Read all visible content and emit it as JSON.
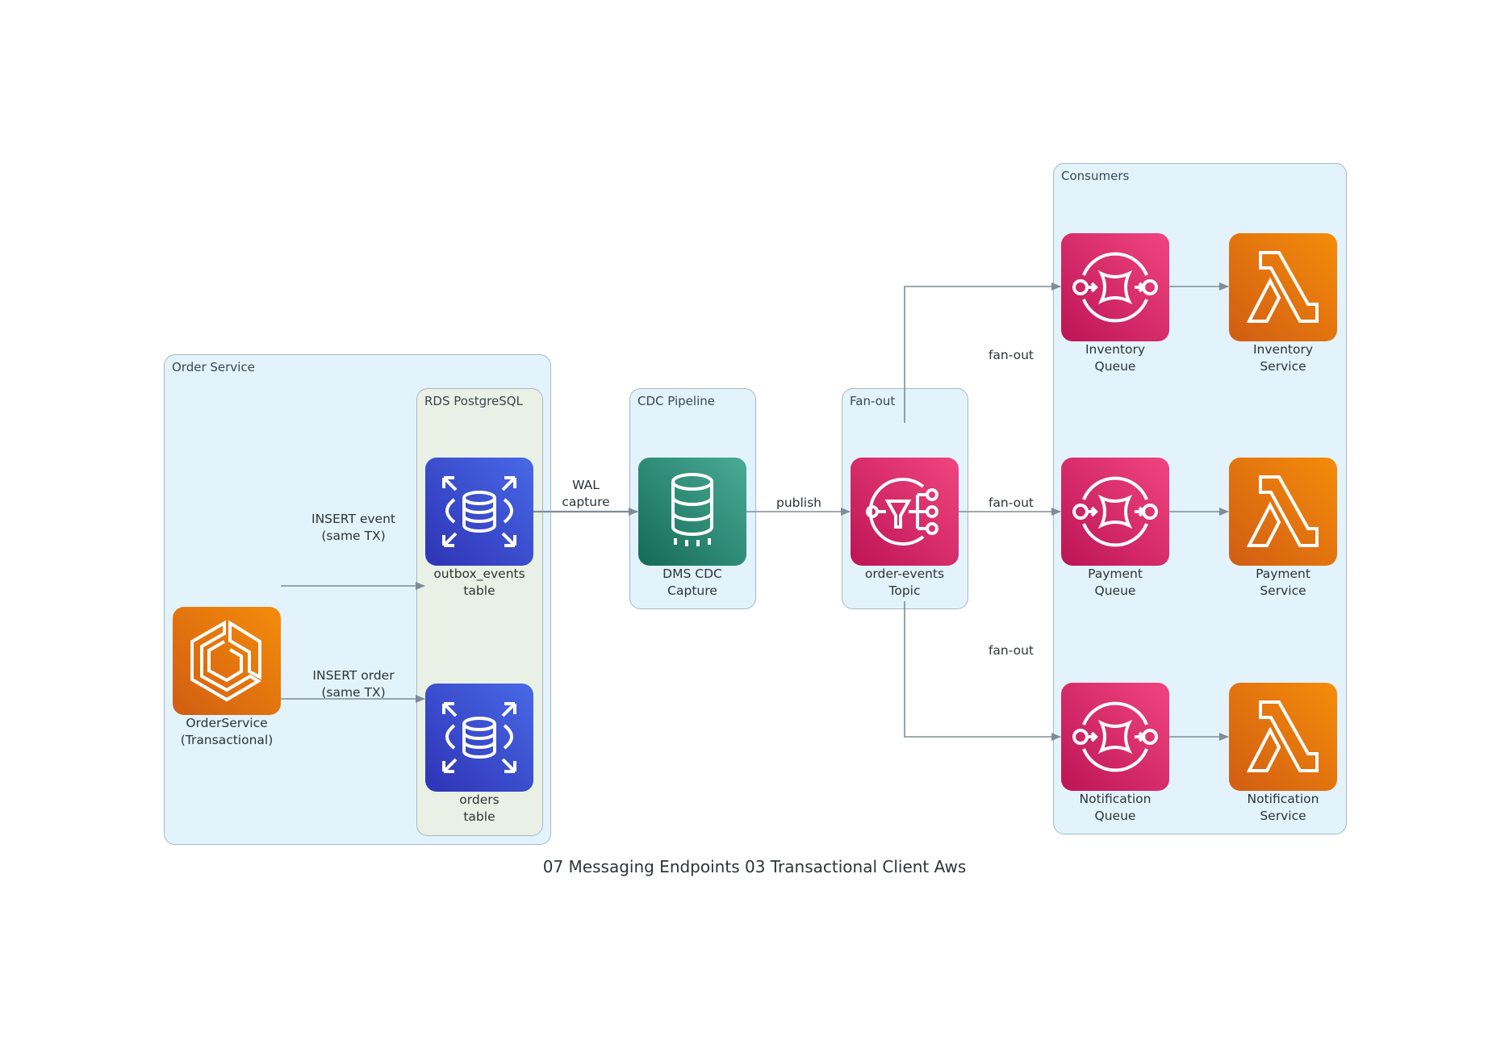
{
  "title": "07 Messaging Endpoints 03 Transactional Client Aws",
  "colors": {
    "edge": "#7f8c98",
    "group_blue": "#e2f3fc",
    "group_green": "#e9f1e6",
    "rds": "#3b48cc",
    "dms": "#2e8b73",
    "sqs_sns": "#d62b6a",
    "compute": "#e8730c"
  },
  "groups": {
    "order_service": "Order Service",
    "rds": "RDS PostgreSQL",
    "cdc": "CDC Pipeline",
    "fanout": "Fan-out",
    "consumers": "Consumers"
  },
  "nodes": {
    "order_service": {
      "line1": "OrderService",
      "line2": "(Transactional)",
      "icon": "ecs-icon"
    },
    "outbox": {
      "line1": "outbox_events",
      "line2": "table",
      "icon": "rds-icon"
    },
    "orders": {
      "line1": "orders",
      "line2": "table",
      "icon": "rds-icon"
    },
    "dms": {
      "line1": "DMS CDC",
      "line2": "Capture",
      "icon": "dms-icon"
    },
    "topic": {
      "line1": "order-events",
      "line2": "Topic",
      "icon": "sns-icon"
    },
    "inv_queue": {
      "line1": "Inventory",
      "line2": "Queue",
      "icon": "sqs-icon"
    },
    "pay_queue": {
      "line1": "Payment",
      "line2": "Queue",
      "icon": "sqs-icon"
    },
    "notif_queue": {
      "line1": "Notification",
      "line2": "Queue",
      "icon": "sqs-icon"
    },
    "inv_svc": {
      "line1": "Inventory",
      "line2": "Service",
      "icon": "lambda-icon"
    },
    "pay_svc": {
      "line1": "Payment",
      "line2": "Service",
      "icon": "lambda-icon"
    },
    "notif_svc": {
      "line1": "Notification",
      "line2": "Service",
      "icon": "lambda-icon"
    }
  },
  "edges": {
    "insert_event": {
      "line1": "INSERT event",
      "line2": "(same TX)"
    },
    "insert_order": {
      "line1": "INSERT order",
      "line2": "(same TX)"
    },
    "wal": {
      "line1": "WAL",
      "line2": "capture"
    },
    "publish": {
      "line1": "publish"
    },
    "fanout_top": {
      "line1": "fan-out"
    },
    "fanout_mid": {
      "line1": "fan-out"
    },
    "fanout_bot": {
      "line1": "fan-out"
    }
  }
}
